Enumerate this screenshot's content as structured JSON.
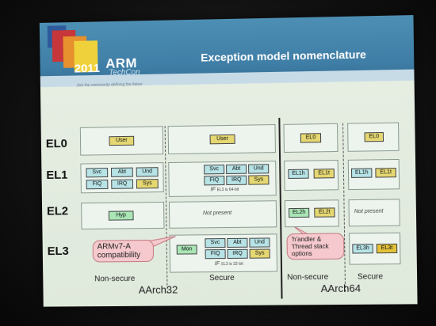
{
  "slide": {
    "title": "Exception model nomenclature",
    "logo_year": "2011",
    "logo_brand": "ARM",
    "logo_event": "TechCon",
    "tagline": "Join the community defining the future"
  },
  "levels": [
    "EL0",
    "EL1",
    "EL2",
    "EL3"
  ],
  "aarch32": {
    "nonsecure": {
      "el0": [
        "User"
      ],
      "el1": [
        "Svc",
        "Abt",
        "Und",
        "FIQ",
        "IRQ",
        "Sys"
      ],
      "el2": [
        "Hyp"
      ]
    },
    "secure": {
      "el0": [
        "User"
      ],
      "el1": [
        "Svc",
        "Abt",
        "Und",
        "FIQ",
        "IRQ",
        "Sys"
      ],
      "el1_note": "IF",
      "el1_note_small": "EL3 is 64-bit",
      "el2": "Not present",
      "el3": [
        "Mon",
        "Svc",
        "Abt",
        "Und",
        "FIQ",
        "IRQ",
        "Sys"
      ],
      "el3_note": "IF",
      "el3_note_small": "EL3 is 32-bit"
    },
    "callout": "ARMv7-A compatibility",
    "label": "AArch32"
  },
  "aarch64": {
    "nonsecure": {
      "el0": "EL0",
      "el1": [
        "EL1h",
        "EL1t"
      ],
      "el2": [
        "EL2h",
        "EL2t"
      ]
    },
    "secure": {
      "el0": "EL0",
      "el1": [
        "EL1h",
        "EL1t"
      ],
      "el2": "Not present",
      "el3": [
        "EL3h",
        "EL3t"
      ]
    },
    "callout": "'h'andler & 't'hread stack options",
    "label": "AArch64"
  },
  "column_labels": {
    "a32_nonsecure": "Non-secure",
    "a32_secure": "Secure",
    "a64_nonsecure": "Non-secure",
    "a64_secure": "Secure"
  },
  "colors": {
    "header_blue": "#3f7ea6",
    "slide_bg": "#e8efe4",
    "box_blue": "#b7e3e6",
    "box_yellow": "#e5d772",
    "box_green": "#a9e5b5",
    "callout_pink": "#f5c9cd"
  }
}
